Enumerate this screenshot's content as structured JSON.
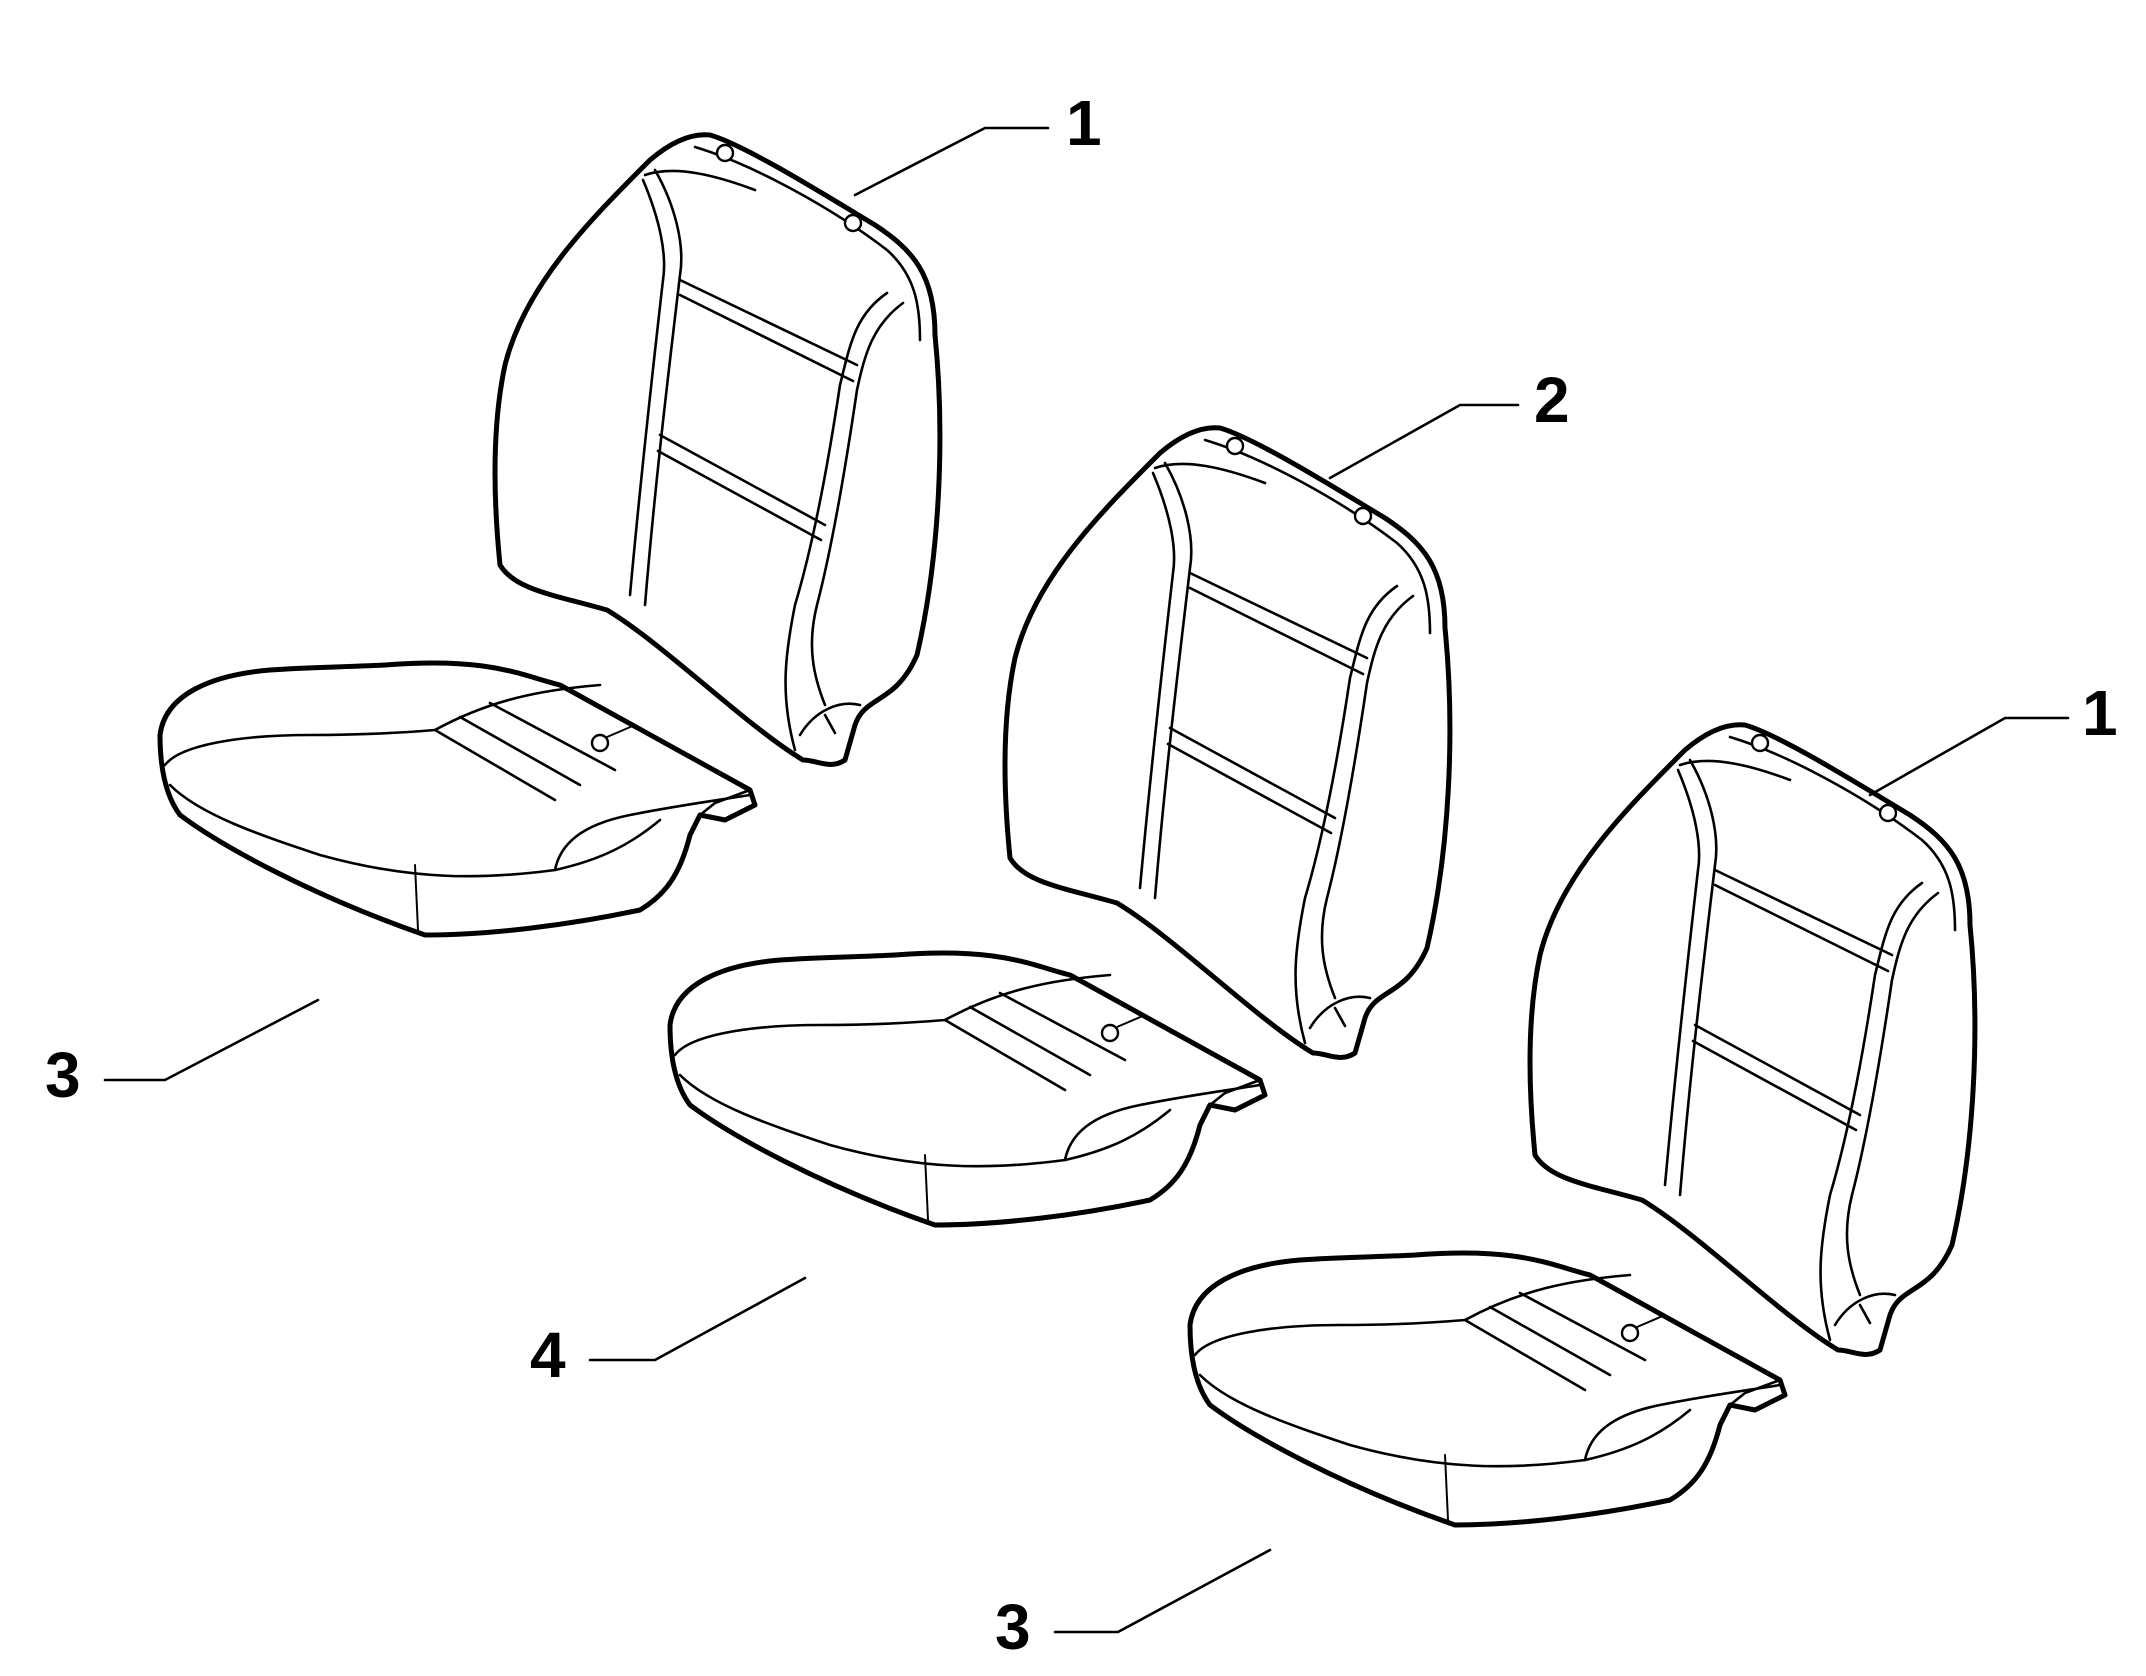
{
  "callouts": [
    {
      "id": "backrest-left",
      "label": "1"
    },
    {
      "id": "backrest-center",
      "label": "2"
    },
    {
      "id": "backrest-right",
      "label": "1"
    },
    {
      "id": "cushion-left",
      "label": "3"
    },
    {
      "id": "cushion-center",
      "label": "4"
    },
    {
      "id": "cushion-right",
      "label": "3"
    }
  ],
  "colors": {
    "line": "#000000",
    "background": "#ffffff"
  }
}
